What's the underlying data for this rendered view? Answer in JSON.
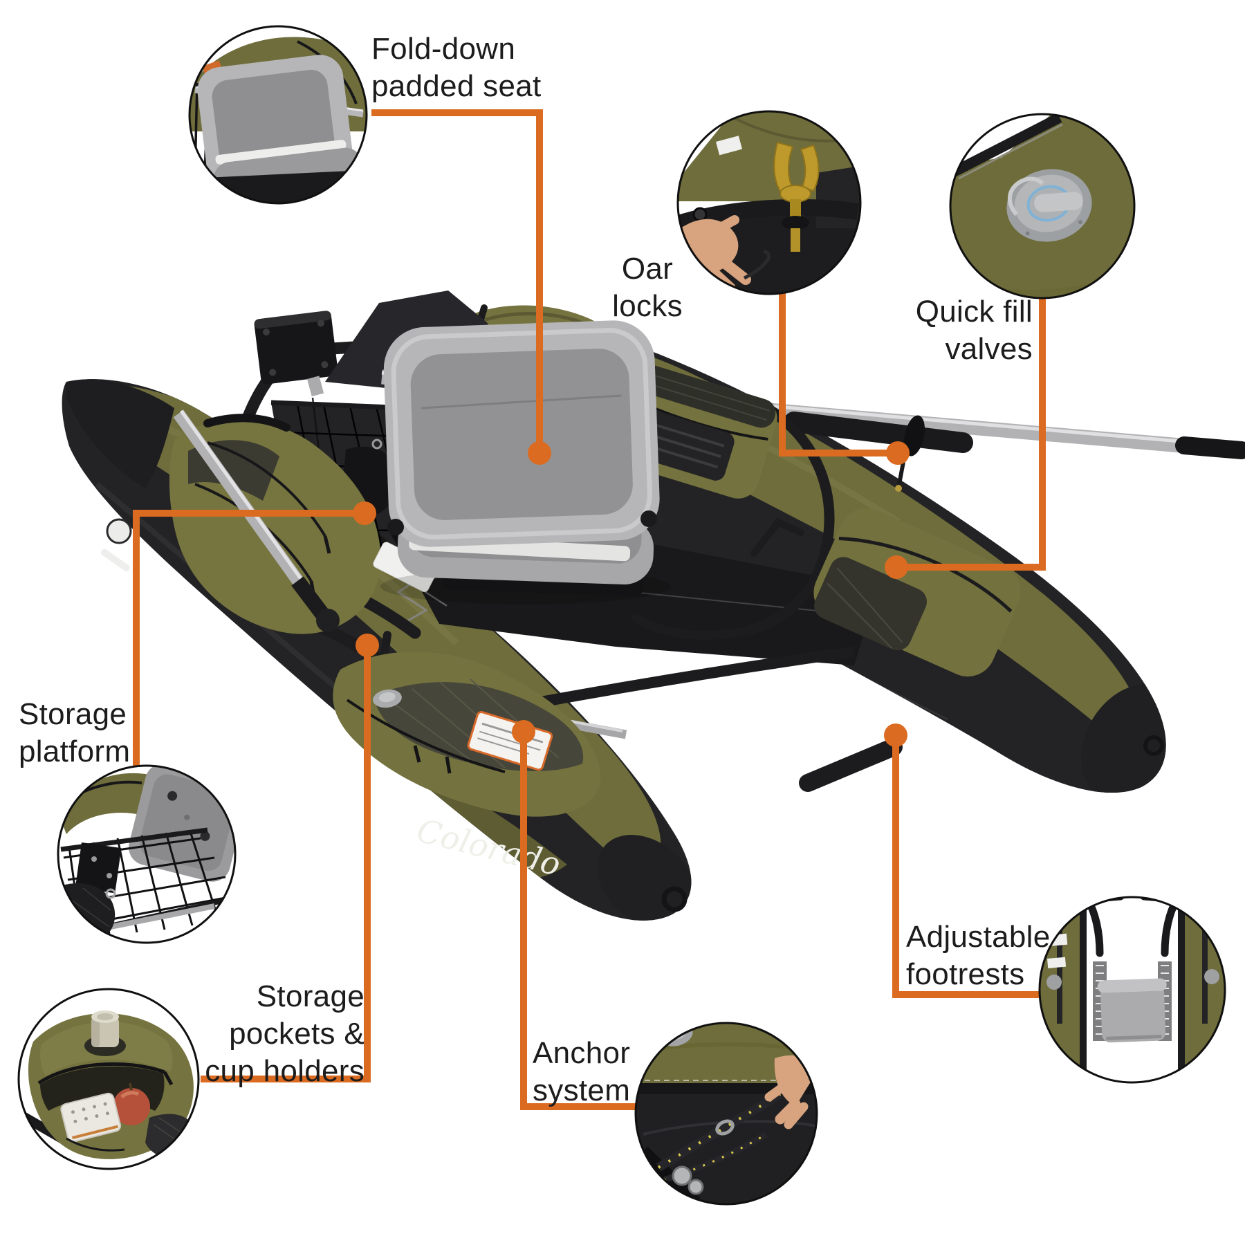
{
  "product": {
    "name": "Colorado",
    "kind": "inflatable-pontoon-fishing-boat-feature-diagram"
  },
  "colors": {
    "accent_orange": "#DB6B21",
    "pontoon_olive": "#6F6D3C",
    "fabric_black": "#232325",
    "seat_gray": "#B6B6B8",
    "label_text": "#1C1C1C",
    "background": "#FFFFFF"
  },
  "callouts": [
    {
      "id": "padded-seat",
      "lines": [
        "Fold-down",
        "padded seat"
      ]
    },
    {
      "id": "oar-locks",
      "lines": [
        "Oar",
        "locks"
      ]
    },
    {
      "id": "quick-fill-valves",
      "lines": [
        "Quick fill",
        "valves"
      ]
    },
    {
      "id": "storage-platform",
      "lines": [
        "Storage",
        "platform"
      ]
    },
    {
      "id": "storage-pockets",
      "lines": [
        "Storage",
        "pockets &",
        "cup holders"
      ]
    },
    {
      "id": "anchor-system",
      "lines": [
        "Anchor",
        "system"
      ]
    },
    {
      "id": "adjustable-footrests",
      "lines": [
        "Adjustable",
        "footrests"
      ]
    }
  ]
}
